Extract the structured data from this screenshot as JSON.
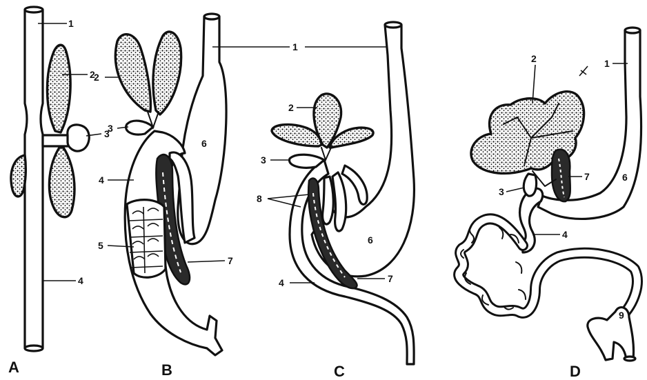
{
  "panels": [
    {
      "panel_label": "A",
      "labels": [
        "1",
        "2",
        "3",
        "4"
      ]
    },
    {
      "panel_label": "B",
      "labels": [
        "2",
        "3",
        "4",
        "5",
        "6",
        "7"
      ]
    },
    {
      "panel_label": "C",
      "labels": [
        "1",
        "2",
        "3",
        "6",
        "8",
        "4",
        "7"
      ]
    },
    {
      "panel_label": "D",
      "labels": [
        "1",
        "2",
        "7",
        "3",
        "6",
        "4",
        "9"
      ]
    }
  ]
}
